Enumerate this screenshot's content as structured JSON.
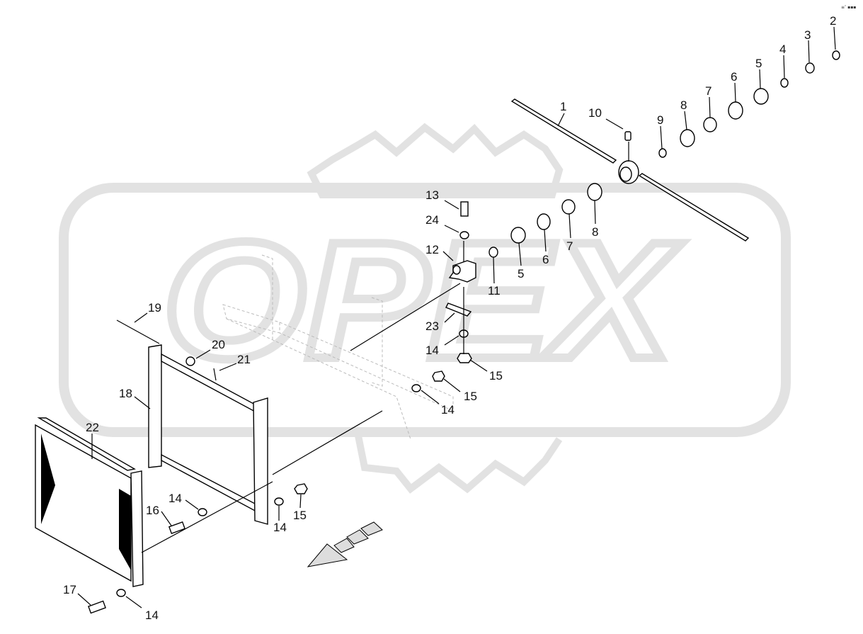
{
  "watermark": {
    "text": "OPEX",
    "color": "#e6e6e6"
  },
  "corner_mark": "≡″ ▪▪▪",
  "callouts": [
    {
      "id": "c-1",
      "label": "1"
    },
    {
      "id": "c-2",
      "label": "2"
    },
    {
      "id": "c-3",
      "label": "3"
    },
    {
      "id": "c-4",
      "label": "4"
    },
    {
      "id": "c-5a",
      "label": "5"
    },
    {
      "id": "c-6a",
      "label": "6"
    },
    {
      "id": "c-7a",
      "label": "7"
    },
    {
      "id": "c-8a",
      "label": "8"
    },
    {
      "id": "c-9",
      "label": "9"
    },
    {
      "id": "c-10",
      "label": "10"
    },
    {
      "id": "c-13",
      "label": "13"
    },
    {
      "id": "c-24",
      "label": "24"
    },
    {
      "id": "c-12",
      "label": "12"
    },
    {
      "id": "c-11",
      "label": "11"
    },
    {
      "id": "c-5b",
      "label": "5"
    },
    {
      "id": "c-6b",
      "label": "6"
    },
    {
      "id": "c-7b",
      "label": "7"
    },
    {
      "id": "c-8b",
      "label": "8"
    },
    {
      "id": "c-23",
      "label": "23"
    },
    {
      "id": "c-14a",
      "label": "14"
    },
    {
      "id": "c-15a",
      "label": "15"
    },
    {
      "id": "c-15b",
      "label": "15"
    },
    {
      "id": "c-14b",
      "label": "14"
    },
    {
      "id": "c-19",
      "label": "19"
    },
    {
      "id": "c-20",
      "label": "20"
    },
    {
      "id": "c-21",
      "label": "21"
    },
    {
      "id": "c-18",
      "label": "18"
    },
    {
      "id": "c-22",
      "label": "22"
    },
    {
      "id": "c-14c",
      "label": "14"
    },
    {
      "id": "c-16",
      "label": "16"
    },
    {
      "id": "c-14d",
      "label": "14"
    },
    {
      "id": "c-15c",
      "label": "15"
    },
    {
      "id": "c-17",
      "label": "17"
    },
    {
      "id": "c-14e",
      "label": "14"
    }
  ]
}
